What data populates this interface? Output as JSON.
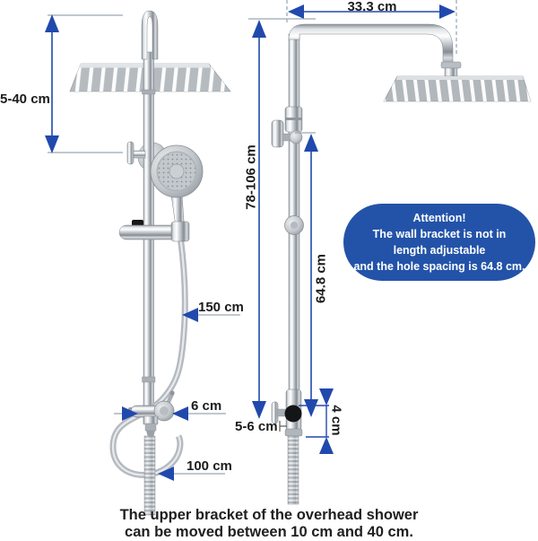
{
  "colors": {
    "dimension_blue": "#2149ad",
    "reference_line_gray": "#9aa7b2",
    "attention_background": "#2353a8",
    "attention_text": "#ffffff",
    "label_text": "#1b1b1b"
  },
  "labels": {
    "head_height_range": "5-40 cm",
    "arm_length": "33.3 cm",
    "pole_height_range": "78-106 cm",
    "hole_spacing": "64.8 cm",
    "hand_hose_length": "150 cm",
    "valve_depth": "6 cm",
    "lower_hose_length": "100 cm",
    "bracket_depth": "5-6 cm",
    "outlet_gap": "4 cm"
  },
  "attention_box": {
    "lines": [
      "Attention!",
      "The wall bracket is not in",
      "length adjustable",
      "and the hole spacing is 64.8 cm."
    ]
  },
  "caption": {
    "lines": [
      "The upper bracket of the overhead shower",
      "can be moved between 10 cm and 40 cm."
    ]
  }
}
